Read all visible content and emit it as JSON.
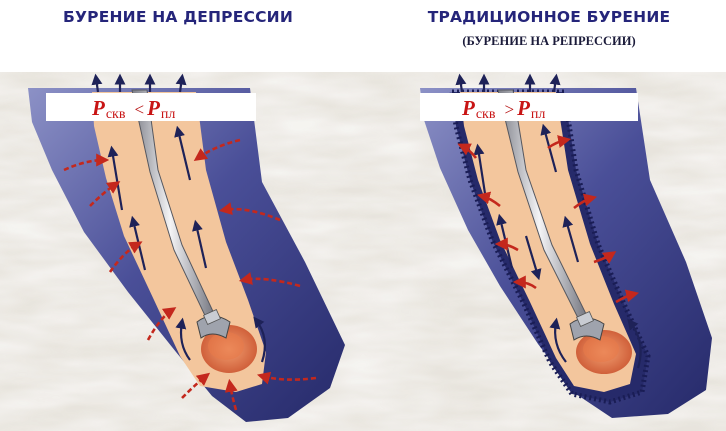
{
  "left_panel": {
    "title": "БУРЕНИЕ НА ДЕПРЕССИИ",
    "pressure": {
      "p1": "P",
      "sub1": "скв",
      "operator": "<",
      "p2": "P",
      "sub2": "пл"
    }
  },
  "right_panel": {
    "title": "ТРАДИЦИОННОЕ БУРЕНИЕ",
    "subtitle": "(БУРЕНИЕ НА РЕПРЕССИИ)",
    "pressure": {
      "p1": "P",
      "sub1": "скв",
      "operator": ">",
      "p2": "P",
      "sub2": "пл"
    }
  },
  "colors": {
    "title": "#25257a",
    "formation": "#4a4f98",
    "formation_dark": "#262a6a",
    "wellbore_fluid": "#f3c69d",
    "pressure_label": "#c81414",
    "influx_arrow": "#c4281d",
    "circulation_arrow": "#1e2258",
    "background": "#e8e3dc"
  },
  "icons": [
    "drill-bit-icon",
    "influx-arrow-icon",
    "circulation-arrow-icon"
  ]
}
